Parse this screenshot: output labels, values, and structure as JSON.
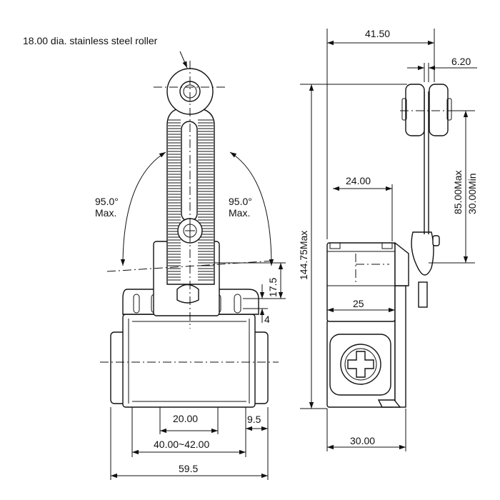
{
  "labels": {
    "roller_note": "18.00 dia. stainless steel roller",
    "angle_left_value": "95.0°",
    "angle_left_max": "Max.",
    "angle_right_value": "95.0°",
    "angle_right_max": "Max.",
    "dim_17_5": "17.5",
    "dim_4": "4",
    "dim_20": "20.00",
    "dim_9_5": "9.5",
    "dim_40_42": "40.00~42.00",
    "dim_59_5": "59.5",
    "dim_41_50": "41.50",
    "dim_6_20": "6.20",
    "dim_144_75": "144.75Max",
    "dim_85": "85.00Max",
    "dim_30min": "30.00Min",
    "dim_24": "24.00",
    "dim_25": "25",
    "dim_30": "30.00"
  }
}
